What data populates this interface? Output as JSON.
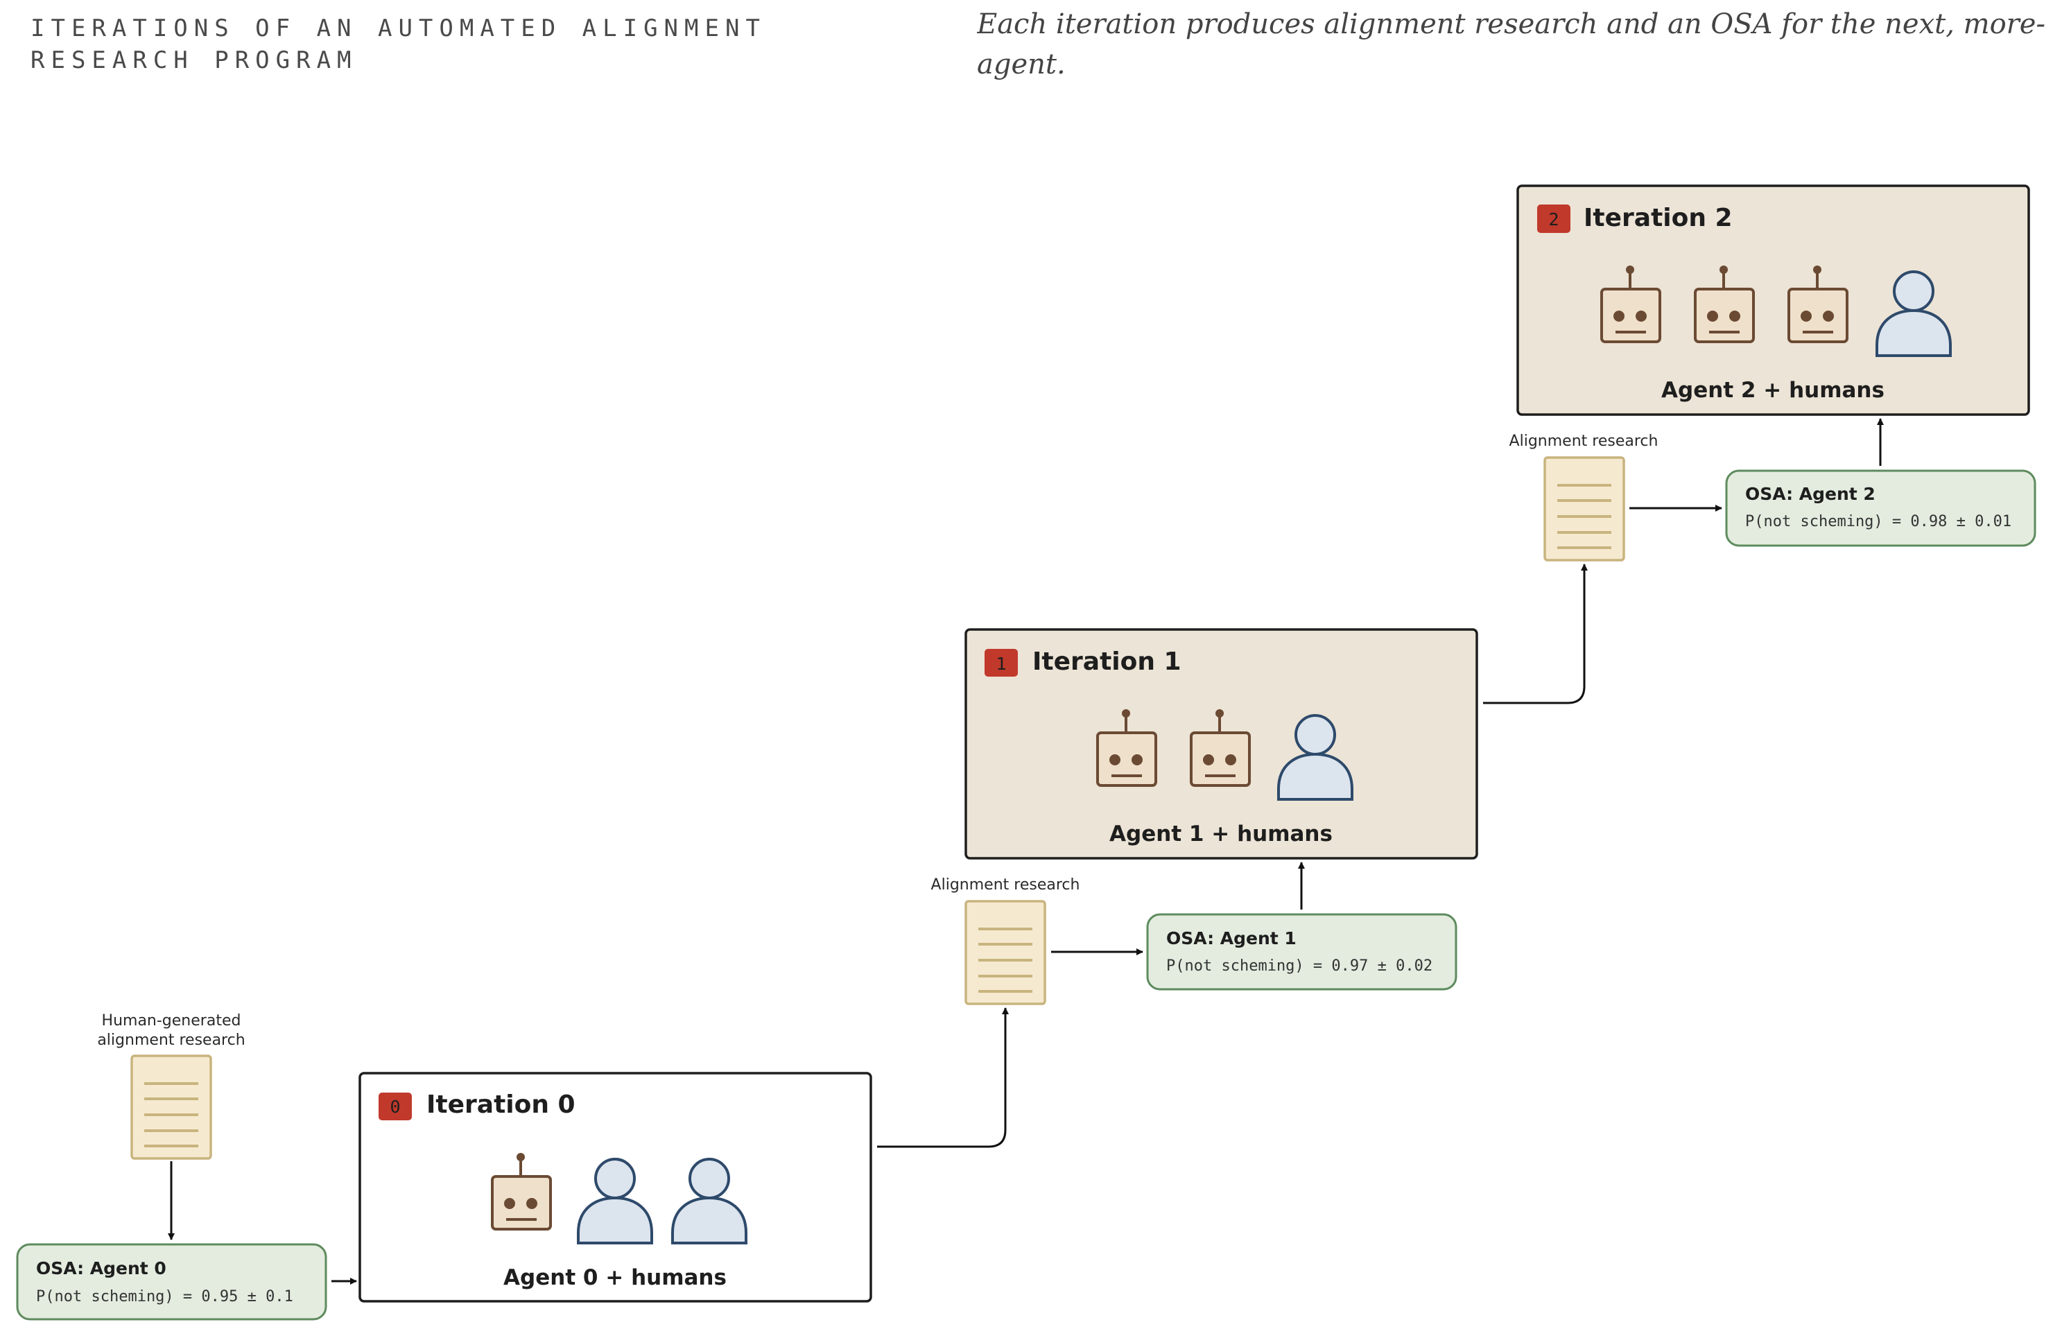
{
  "header": {
    "title": "ITERATIONS OF AN AUTOMATED ALIGNMENT RESEARCH PROGRAM",
    "subtitle_line1": "Each iteration produces alignment research and an OSA for the next, more-capable",
    "subtitle_line2": "agent."
  },
  "colors": {
    "box_current": "#ffffff",
    "box_future": "#ece4d6",
    "badge": "#c0392b",
    "robot_fill": "#efe0cb",
    "robot_stroke": "#6b4a33",
    "human_fill": "#dce4ee",
    "human_stroke": "#2e4a6b",
    "doc_fill": "#f5ead0",
    "doc_stroke": "#c9b47e",
    "osa_fill": "#e3ecdf",
    "osa_stroke": "#5e8b5e"
  },
  "icons": [
    "robot-icon",
    "human-icon",
    "document-icon",
    "arrow-icon"
  ],
  "initial_research_label_line1": "Human-generated",
  "initial_research_label_line2": "alignment research",
  "osa0": {
    "title": "OSA: Agent 0",
    "prob": "P(not scheming) = 0.95 ± 0.1"
  },
  "iterations": [
    {
      "badge": "0",
      "title": "Iteration 0",
      "team_label": "Agent 0 + humans",
      "robots": 1,
      "humans": 2
    },
    {
      "badge": "1",
      "title": "Iteration 1",
      "team_label": "Agent 1 + humans",
      "robots": 2,
      "humans": 1,
      "research_label": "Alignment research",
      "osa": {
        "title": "OSA: Agent 1",
        "prob": "P(not scheming) = 0.97 ± 0.02"
      }
    },
    {
      "badge": "2",
      "title": "Iteration 2",
      "team_label": "Agent 2 + humans",
      "robots": 3,
      "humans": 1,
      "research_label": "Alignment research",
      "osa": {
        "title": "OSA: Agent 2",
        "prob": "P(not scheming) = 0.98 ± 0.01"
      }
    }
  ]
}
